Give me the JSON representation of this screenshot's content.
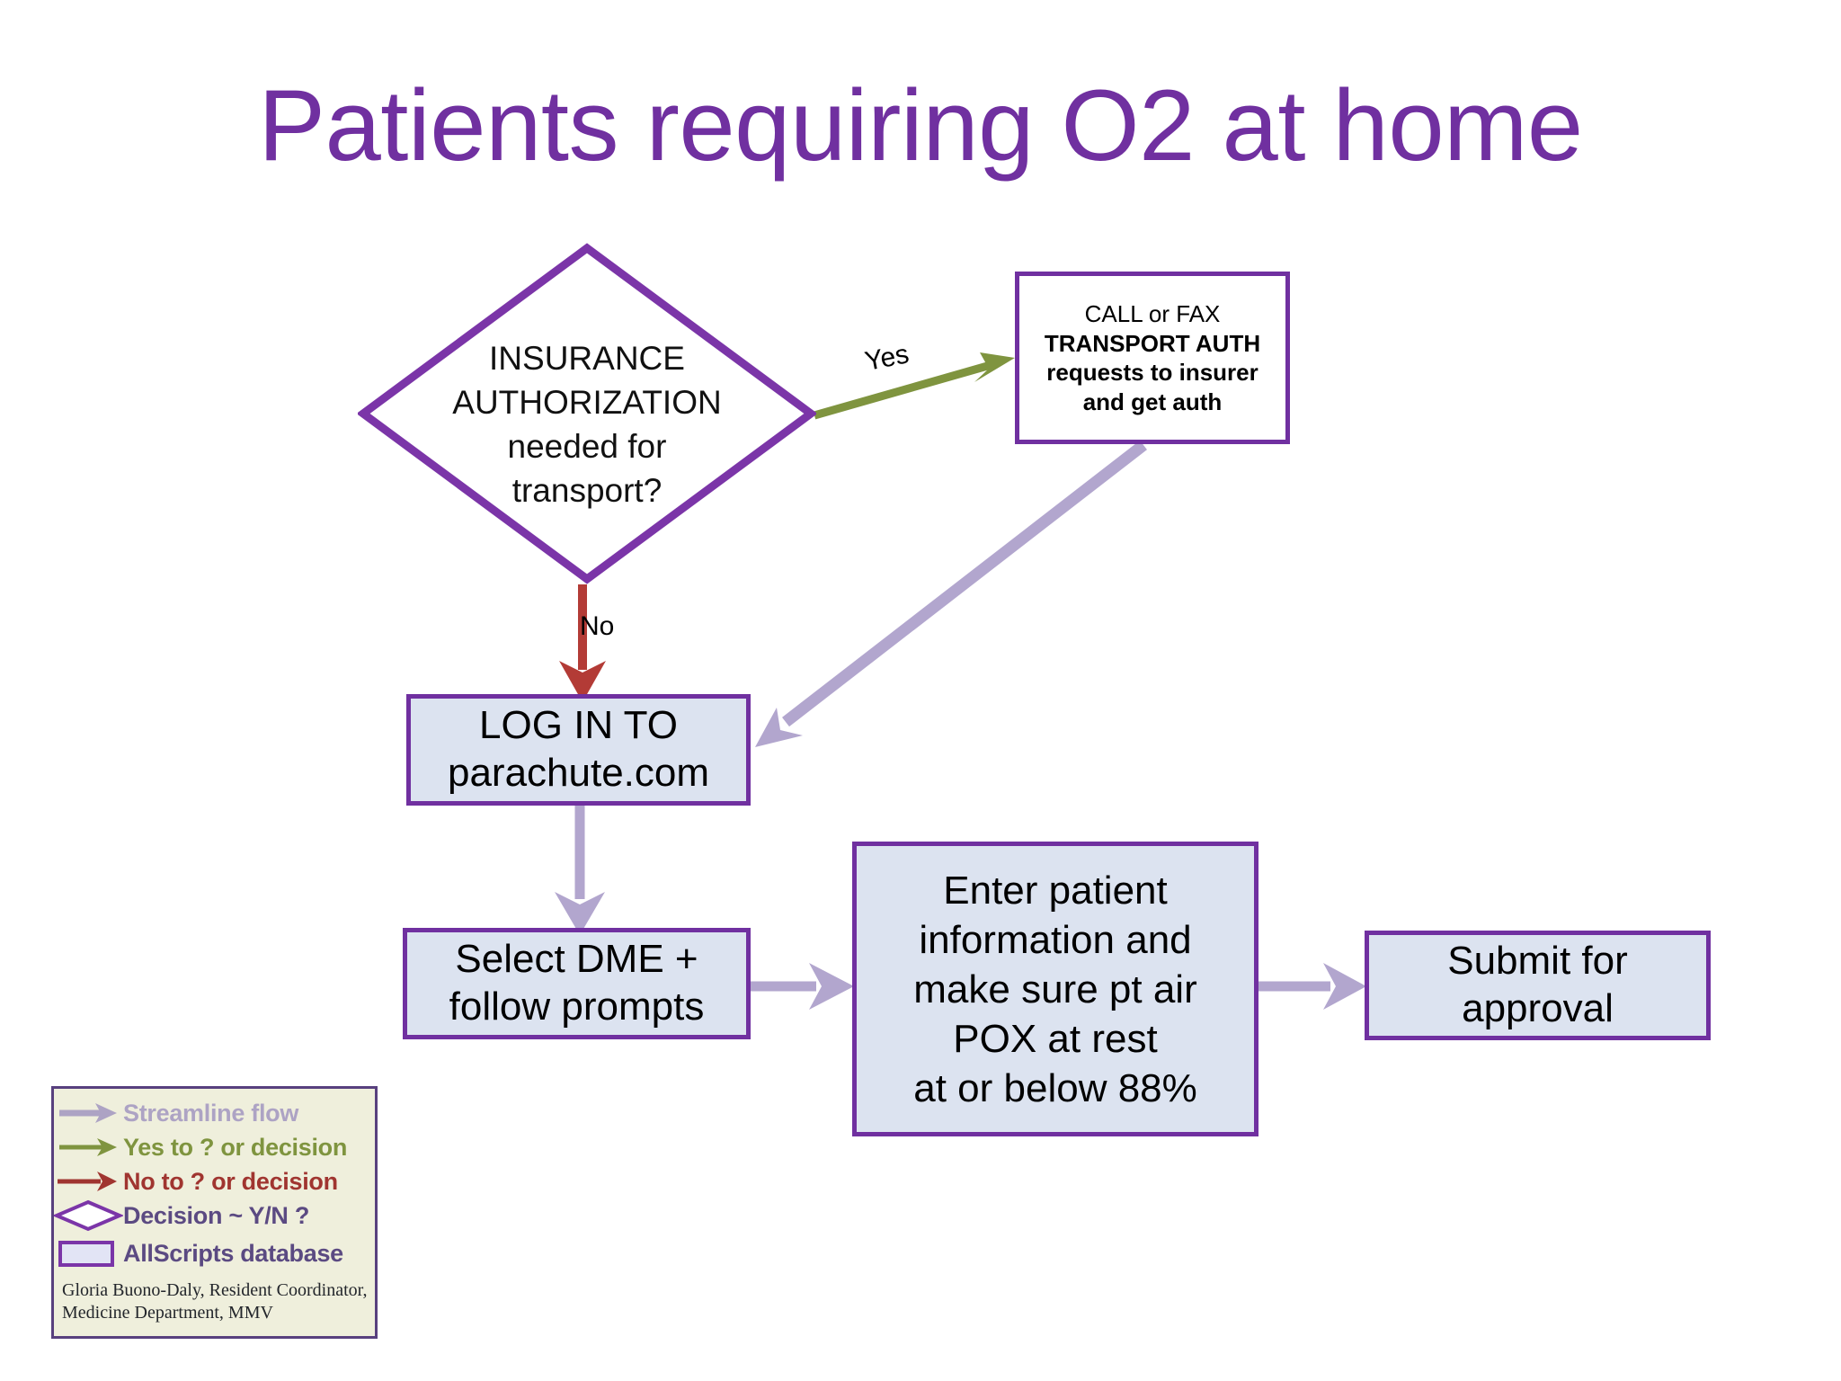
{
  "title": "Patients requiring O2 at home",
  "colors": {
    "title_purple": "#7030A0",
    "node_border_purple": "#7030A0",
    "database_fill": "#DCE3F0",
    "streamline_arrow": "#B2A6CE",
    "yes_arrow": "#7F943F",
    "no_arrow": "#B33B36",
    "legend_background": "#EFEFDC",
    "legend_border": "#58407E"
  },
  "nodes": {
    "decision": {
      "id": "insurance-authorization-decision",
      "shape": "diamond",
      "lines": [
        "INSURANCE",
        "AUTHORIZATION",
        "needed for",
        "transport?"
      ],
      "text": "INSURANCE AUTHORIZATION needed for transport?"
    },
    "transport_auth": {
      "id": "call-or-fax-transport-auth",
      "shape": "rectangle",
      "lines": [
        {
          "text": "CALL or FAX",
          "bold": false
        },
        {
          "text": "TRANSPORT AUTH",
          "bold": true
        },
        {
          "text": "requests to insurer",
          "bold": true
        },
        {
          "text": "and get auth",
          "bold": true
        }
      ]
    },
    "login": {
      "id": "log-in-to-parachute",
      "shape": "rectangle",
      "lines": [
        "LOG IN TO",
        "parachute.com"
      ]
    },
    "select_dme": {
      "id": "select-dme-follow-prompts",
      "shape": "rectangle",
      "lines": [
        "Select DME +",
        "follow prompts"
      ]
    },
    "enter_patient": {
      "id": "enter-patient-information",
      "shape": "rectangle",
      "lines": [
        "Enter patient",
        "information and",
        "make sure pt air",
        "POX at rest",
        "at or  below 88%"
      ]
    },
    "submit": {
      "id": "submit-for-approval",
      "shape": "rectangle",
      "lines": [
        "Submit for",
        "approval"
      ]
    }
  },
  "edges": {
    "yes_label": "Yes",
    "no_label": "No"
  },
  "legend": {
    "items": [
      {
        "glyph": "arrow-streamline-icon",
        "label": "Streamline flow"
      },
      {
        "glyph": "arrow-yes-icon",
        "label": "Yes to ? or decision"
      },
      {
        "glyph": "arrow-no-icon",
        "label": "No to ? or decision"
      },
      {
        "glyph": "diamond-icon",
        "label": "Decision ~ Y/N ?"
      },
      {
        "glyph": "rectangle-icon",
        "label": "AllScripts database"
      }
    ],
    "credit": "Gloria Buono-Daly,  Resident Coordinator, Medicine Department, MMV"
  }
}
